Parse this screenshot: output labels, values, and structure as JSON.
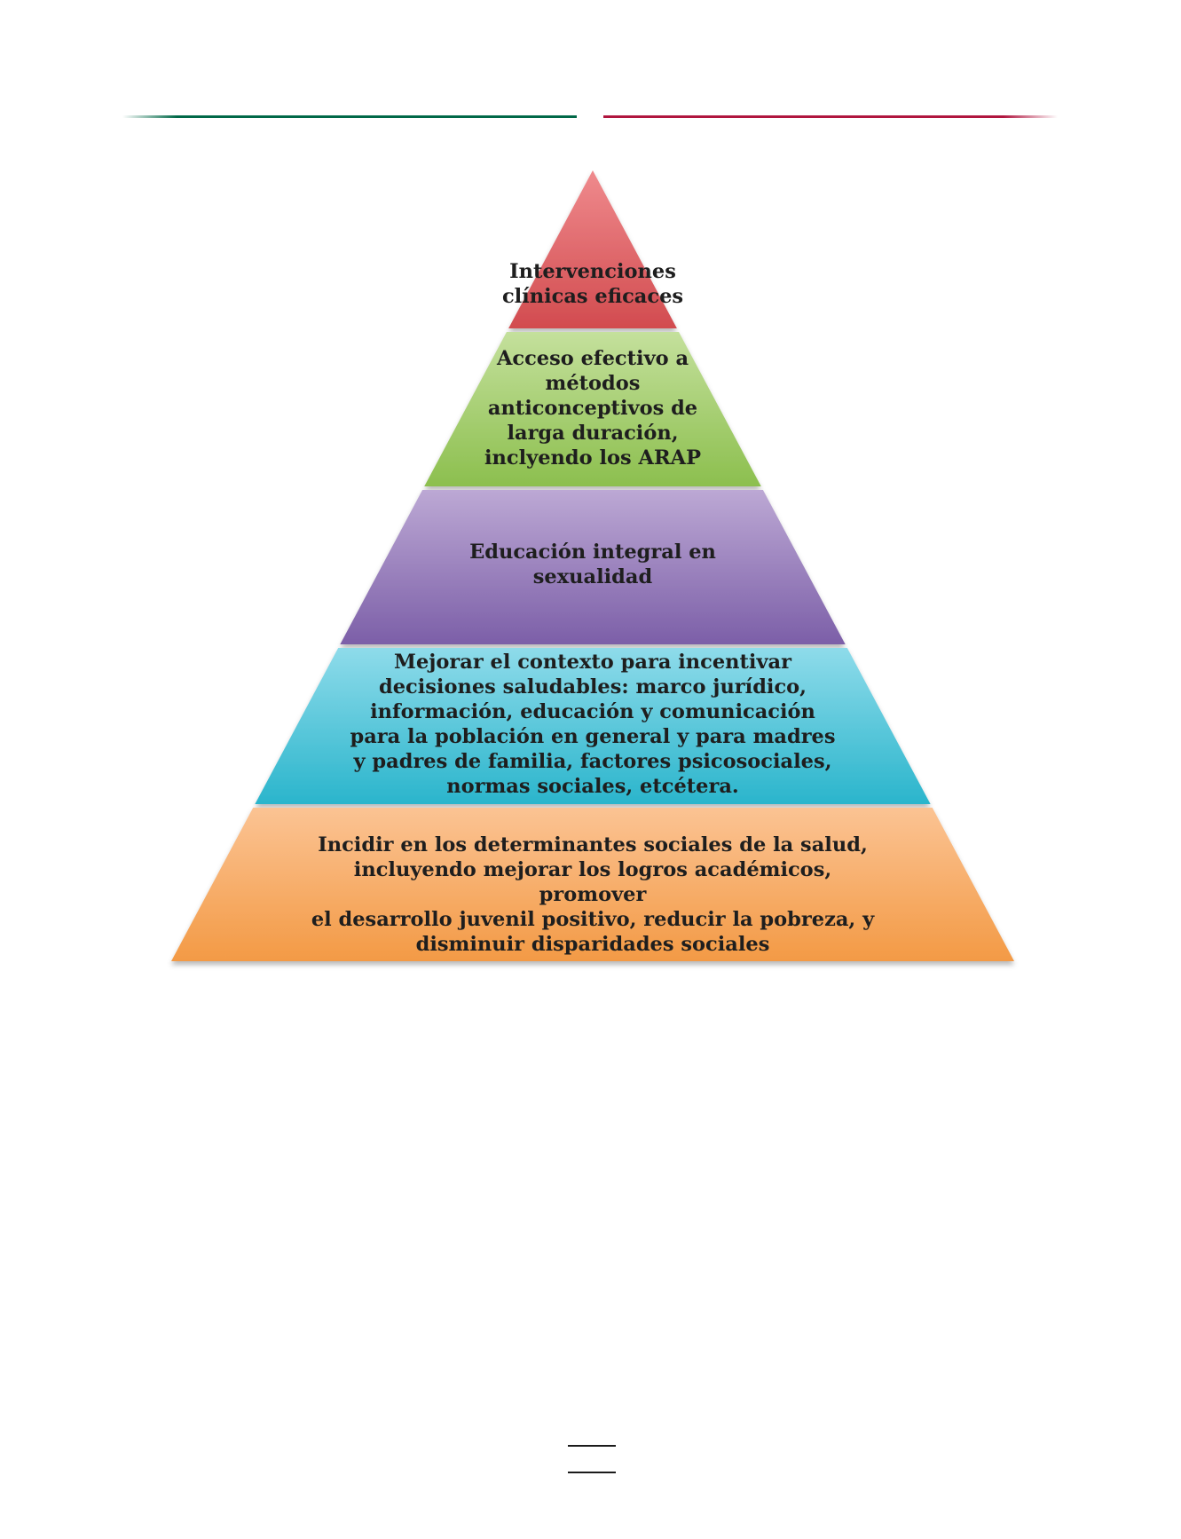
{
  "colors": {
    "rule_left": "#006847",
    "rule_right": "#b0153e"
  },
  "pyramid": {
    "levels": [
      {
        "label": "Intervenciones\nclínicas eficaces",
        "color_top": "#ef8a8d",
        "color_bottom": "#d24b4f"
      },
      {
        "label": "Acceso efectivo a\nmétodos\nanticonceptivos de\nlarga duración,\ninclyendo los ARAP",
        "color_top": "#c4e09c",
        "color_bottom": "#8cbf4e"
      },
      {
        "label": "Educación integral en\nsexualidad",
        "color_top": "#bca8d4",
        "color_bottom": "#7c5fa8"
      },
      {
        "label": "Mejorar el contexto para incentivar\ndecisiones saludables: marco jurídico,\ninformación, educación y comunicación\npara la población en general y para madres\ny padres de familia, factores psicosociales,\nnormas sociales, etcétera.",
        "color_top": "#8edbea",
        "color_bottom": "#2ab5cc"
      },
      {
        "label": "Incidir en los determinantes sociales de la salud,\nincluyendo mejorar los logros académicos, promover\nel desarrollo juvenil positivo, reducir la pobreza, y\ndisminuir disparidades sociales",
        "color_top": "#fbc393",
        "color_bottom": "#f39a45"
      }
    ]
  }
}
